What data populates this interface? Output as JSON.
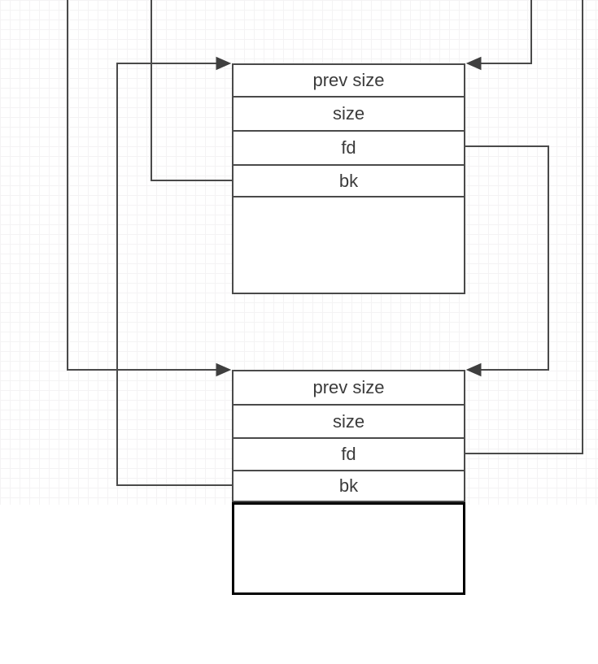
{
  "diagram": {
    "type": "heap-chunk-linked-list",
    "chunks": [
      {
        "id": "chunk-upper",
        "fields": [
          "prev size",
          "size",
          "fd",
          "bk"
        ]
      },
      {
        "id": "chunk-lower",
        "fields": [
          "prev size",
          "size",
          "fd",
          "bk"
        ]
      }
    ],
    "connections": [
      {
        "from": "offscreen-top",
        "to": "chunk-lower-top-left",
        "arrowhead": true
      },
      {
        "from": "chunk-lower-bk",
        "to": "chunk-upper-top-left",
        "arrowhead": true
      },
      {
        "from": "chunk-upper-bk",
        "to": "offscreen-top",
        "arrowhead": false
      },
      {
        "from": "offscreen-top",
        "to": "chunk-upper-top-right",
        "arrowhead": true
      },
      {
        "from": "chunk-upper-fd",
        "to": "chunk-lower-top-right",
        "arrowhead": true
      },
      {
        "from": "chunk-lower-fd",
        "to": "offscreen-top",
        "arrowhead": false
      }
    ],
    "colors": {
      "line": "#4a4a4a",
      "arrowhead": "#3f3f3f",
      "text": "#3b3b3b",
      "box_border": "#4a4a4a",
      "emphasis_border": "#000000",
      "background": "#ffffff",
      "grid_minor": "#f3f1f3",
      "grid_major": "#eae8ea"
    }
  }
}
